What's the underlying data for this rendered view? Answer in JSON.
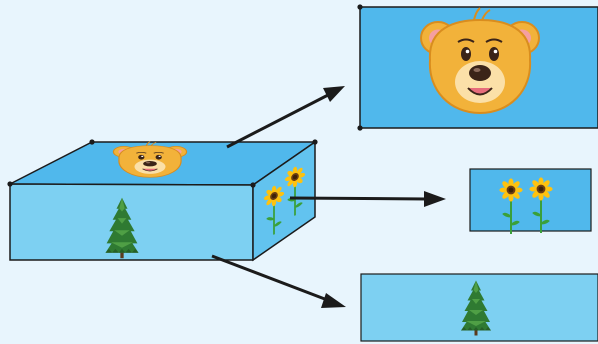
{
  "diagram": {
    "background": "#e8f5fd",
    "colors": {
      "top_face": "#50b8ec",
      "front_face": "#7dd0f2",
      "side_face": "#62c3ef",
      "top_view_bg": "#50b8ec",
      "side_view_bg": "#50b8ec",
      "front_view_bg": "#7dd0f2",
      "edge": "#1b1b1b",
      "arrow": "#1b1b1b",
      "bear_fur": "#f2b23a",
      "bear_fur_dark": "#d98d1e",
      "bear_muzzle": "#fbe0a8",
      "bear_ear_inner": "#f59fa0",
      "bear_nose": "#3b2418",
      "bear_tongue": "#e76d7b",
      "tree_green": "#2f7a32",
      "tree_light": "#4f9f45",
      "tree_trunk": "#5b3a1e",
      "sunflower_petal": "#ffc20e",
      "sunflower_center": "#6b3d12",
      "stem": "#3aa03a"
    },
    "figures": {
      "box": {
        "name": "rectangular-box",
        "top_face_icon": "bear-face-icon",
        "front_face_icon": "pine-tree-icon",
        "side_face_icon": "sunflower-icon"
      },
      "views": [
        {
          "name": "top-view",
          "icon": "bear-face-icon"
        },
        {
          "name": "side-view",
          "icon": "sunflower-icon"
        },
        {
          "name": "front-view",
          "icon": "pine-tree-icon"
        }
      ],
      "arrows": [
        "arrow-to-top-view",
        "arrow-to-side-view",
        "arrow-to-front-view"
      ]
    }
  }
}
